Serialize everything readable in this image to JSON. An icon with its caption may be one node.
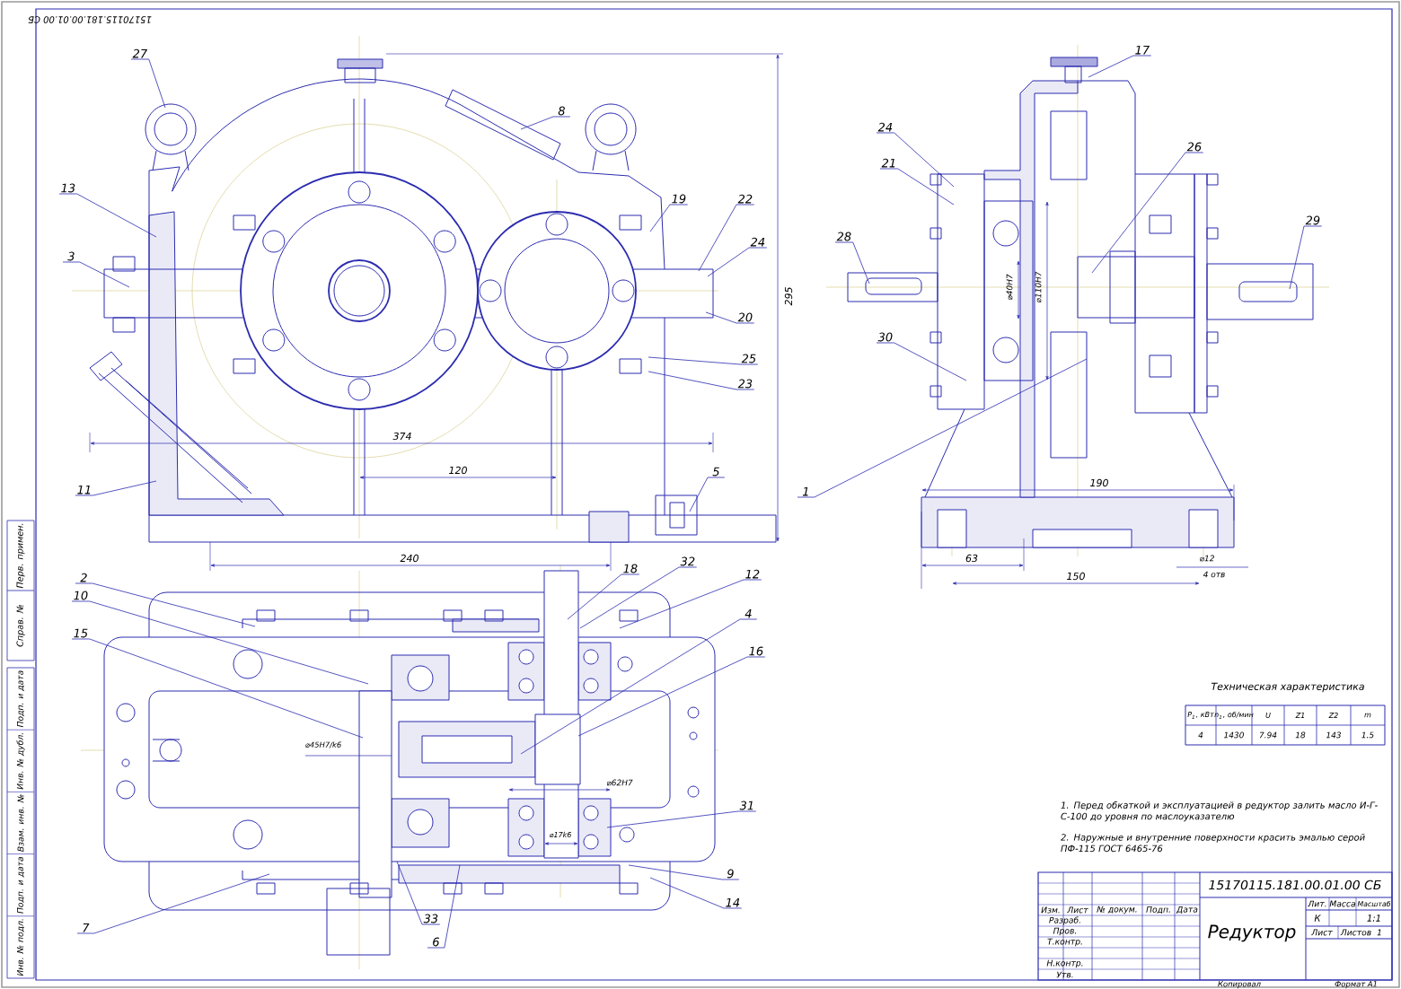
{
  "diagram": {
    "nodes": [
      {
        "text": [
          "27"
        ]
      },
      {
        "text": [
          "8"
        ]
      },
      {
        "text": [
          "13"
        ]
      },
      {
        "text": [
          "3"
        ]
      },
      {
        "text": [
          "19"
        ]
      },
      {
        "text": [
          "22"
        ]
      },
      {
        "text": [
          "24"
        ]
      },
      {
        "text": [
          "20"
        ]
      },
      {
        "text": [
          "25"
        ]
      },
      {
        "text": [
          "23"
        ]
      },
      {
        "text": [
          "11"
        ]
      },
      {
        "text": [
          "5"
        ]
      },
      {
        "text": [
          "17"
        ]
      },
      {
        "text": [
          "24"
        ]
      },
      {
        "text": [
          "21"
        ]
      },
      {
        "text": [
          "26"
        ]
      },
      {
        "text": [
          "28"
        ]
      },
      {
        "text": [
          "29"
        ]
      },
      {
        "text": [
          "30"
        ]
      },
      {
        "text": [
          "1"
        ]
      },
      {
        "text": [
          "2"
        ]
      },
      {
        "text": [
          "10"
        ]
      },
      {
        "text": [
          "15"
        ]
      },
      {
        "text": [
          "18"
        ]
      },
      {
        "text": [
          "32"
        ]
      },
      {
        "text": [
          "12"
        ]
      },
      {
        "text": [
          "4"
        ]
      },
      {
        "text": [
          "16"
        ]
      },
      {
        "text": [
          "31"
        ]
      },
      {
        "text": [
          "9"
        ]
      },
      {
        "text": [
          "14"
        ]
      },
      {
        "text": [
          "7"
        ]
      },
      {
        "text": [
          "33"
        ]
      },
      {
        "text": [
          "6"
        ]
      }
    ],
    "edges": [
      {
        "from": 0,
        "to": null,
        "arrow": "none"
      },
      {
        "from": 1,
        "to": null,
        "arrow": "none"
      },
      {
        "from": 2,
        "to": null,
        "arrow": "none"
      },
      {
        "from": 3,
        "to": null,
        "arrow": "none"
      },
      {
        "from": 4,
        "to": null,
        "arrow": "none"
      },
      {
        "from": 5,
        "to": null,
        "arrow": "none"
      },
      {
        "from": 6,
        "to": null,
        "arrow": "none"
      },
      {
        "from": 7,
        "to": null,
        "arrow": "none"
      },
      {
        "from": 8,
        "to": null,
        "arrow": "none"
      },
      {
        "from": 9,
        "to": null,
        "arrow": "none"
      },
      {
        "from": 10,
        "to": null,
        "arrow": "none"
      },
      {
        "from": 11,
        "to": null,
        "arrow": "none"
      },
      {
        "from": 12,
        "to": null,
        "arrow": "none"
      },
      {
        "from": 13,
        "to": null,
        "arrow": "none"
      },
      {
        "from": 14,
        "to": null,
        "arrow": "none"
      },
      {
        "from": 15,
        "to": null,
        "arrow": "none"
      },
      {
        "from": 16,
        "to": null,
        "arrow": "none"
      },
      {
        "from": 17,
        "to": null,
        "arrow": "none"
      },
      {
        "from": 18,
        "to": null,
        "arrow": "none"
      },
      {
        "from": 19,
        "to": null,
        "arrow": "none"
      },
      {
        "from": 20,
        "to": null,
        "arrow": "none"
      },
      {
        "from": 21,
        "to": null,
        "arrow": "none"
      },
      {
        "from": 22,
        "to": null,
        "arrow": "none"
      },
      {
        "from": 23,
        "to": null,
        "arrow": "none"
      },
      {
        "from": 24,
        "to": null,
        "arrow": "none"
      },
      {
        "from": 25,
        "to": null,
        "arrow": "none"
      },
      {
        "from": 26,
        "to": null,
        "arrow": "none"
      },
      {
        "from": 27,
        "to": null,
        "arrow": "none"
      },
      {
        "from": 28,
        "to": null,
        "arrow": "none"
      },
      {
        "from": 29,
        "to": null,
        "arrow": "none"
      },
      {
        "from": 30,
        "to": null,
        "arrow": "none"
      },
      {
        "from": 31,
        "to": null,
        "arrow": "none"
      },
      {
        "from": 32,
        "to": null,
        "arrow": "none"
      },
      {
        "from": 33,
        "to": null,
        "arrow": "none"
      }
    ],
    "labels": [
      "15170115.181.00.01.00 СБ",
      "374",
      "120",
      "295",
      "240",
      "⌀40H7",
      "⌀110H7",
      "190",
      "63",
      "150",
      "⌀12",
      "4 отв",
      "⌀45H7/k6",
      "⌀62H7",
      "⌀17k6",
      "Перв. примен.",
      "Справ. №",
      "Подп. и дата",
      "Инв. № дубл.",
      "Взам. инв. №",
      "Подп. и дата",
      "Инв. № подл.",
      "Техническая характеристика",
      "P$_{1}$, кВт",
      "n$_{1}$, об/мин",
      "U",
      "Z1",
      "Z2",
      "m",
      "4",
      "1430",
      "7.94",
      "18",
      "143",
      "1.5",
      "1. Перед обкаткой и эксплуатацией в редуктор залить масло И-Г-С-100 до уровня по маслоуказателю",
      "2. Наружные и внутренние поверхности красить эмалью серой ПФ-115 ГОСТ 6465-76",
      "15170115.181.00.01.00 СБ",
      "Редуктор",
      "Изм.",
      "Лист",
      "№ докум.",
      "Подп.",
      "Дата",
      "Разраб.",
      "Пров.",
      "Т.контр.",
      "Н.контр.",
      "Утв.",
      "Лит.",
      "Масса",
      "Масштаб",
      "К",
      "1:1",
      "Лист",
      "Листов",
      "1",
      "Копировал",
      "Формат A1"
    ]
  }
}
